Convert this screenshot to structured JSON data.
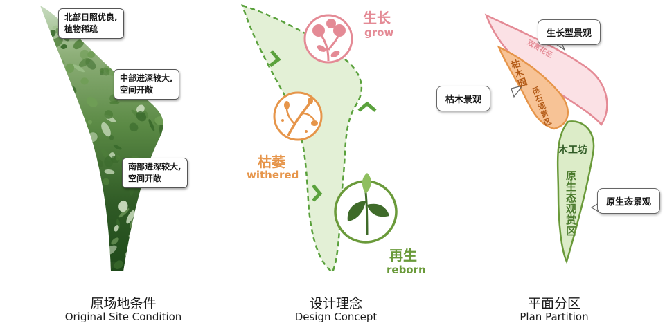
{
  "colors": {
    "pink": "#e48a95",
    "pink_fill": "#fbe1e5",
    "orange": "#e6954a",
    "orange_fill": "#f7c396",
    "green": "#6a9a3a",
    "green_fill": "#dcecc8",
    "concept_fill": "#e3f0d6",
    "concept_dash": "#5aa13c",
    "plant_dark": "#3f6b2a",
    "plant_light": "#8fbf5f"
  },
  "site": {
    "caption_cn": "原场地条件",
    "caption_en": "Original Site Condition",
    "callouts": [
      {
        "lines": [
          "北部日照优良,",
          "植物稀疏"
        ]
      },
      {
        "lines": [
          "中部进深较大,",
          "空间开敞"
        ]
      },
      {
        "lines": [
          "南部进深较大,",
          "空间开敞"
        ]
      }
    ]
  },
  "concept": {
    "caption_cn": "设计理念",
    "caption_en": "Design Concept",
    "stages": [
      {
        "cn": "生长",
        "en": "grow",
        "icon": "blossom-icon"
      },
      {
        "cn": "枯萎",
        "en": "withered",
        "icon": "withered-branch-icon"
      },
      {
        "cn": "再生",
        "en": "reborn",
        "icon": "sprout-icon"
      }
    ]
  },
  "plan": {
    "caption_cn": "平面分区",
    "caption_en": "Plan Partition",
    "zones": {
      "flower_path": "观赏花径",
      "dead_wood_garden": "枯木园",
      "stone_area": "砾石观赏区",
      "workshop": "木工坊",
      "eco_area": "原生态观赏区"
    },
    "callouts": {
      "growth": "生长型景观",
      "dead_wood": "枯木景观",
      "eco": "原生态景观"
    }
  }
}
